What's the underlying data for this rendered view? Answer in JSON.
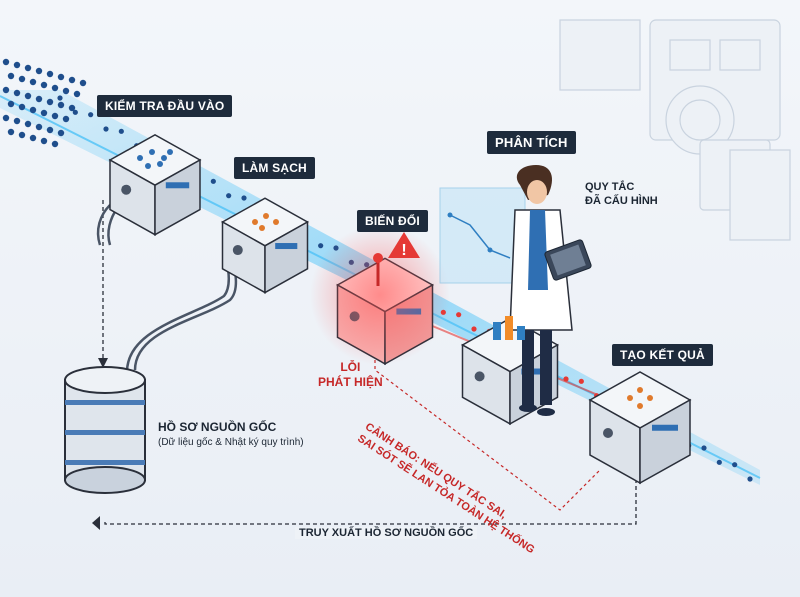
{
  "stages": {
    "input_check": "KIỂM TRA ĐẦU VÀO",
    "clean": "LÀM SẠCH",
    "transform": "BIẾN ĐỔI",
    "analyze": "PHÂN TÍCH",
    "result": "TẠO KẾT QUẢ"
  },
  "config_rules": {
    "line1": "QUY TẮC",
    "line2": "ĐÃ CẤU HÌNH"
  },
  "error": {
    "line1": "LỖI",
    "line2": "PHÁT HIỆN"
  },
  "provenance": {
    "title": "HỒ SƠ NGUỒN GỐC",
    "subtitle": "(Dữ liệu gốc & Nhật ký quy trình)"
  },
  "warning": {
    "line1": "CẢNH BÁO: NẾU QUY TẮC SAI,",
    "line2": "SAI SÓT SẼ LAN TỎA TOÀN HỆ THỐNG"
  },
  "trace": "TRUY XUẤT HỒ SƠ NGUỒN GỐC",
  "colors": {
    "flow": "#4fc3f7",
    "alert": "#e53935",
    "label_bg": "#1e2b3c",
    "dot": "#1f4e8c"
  }
}
